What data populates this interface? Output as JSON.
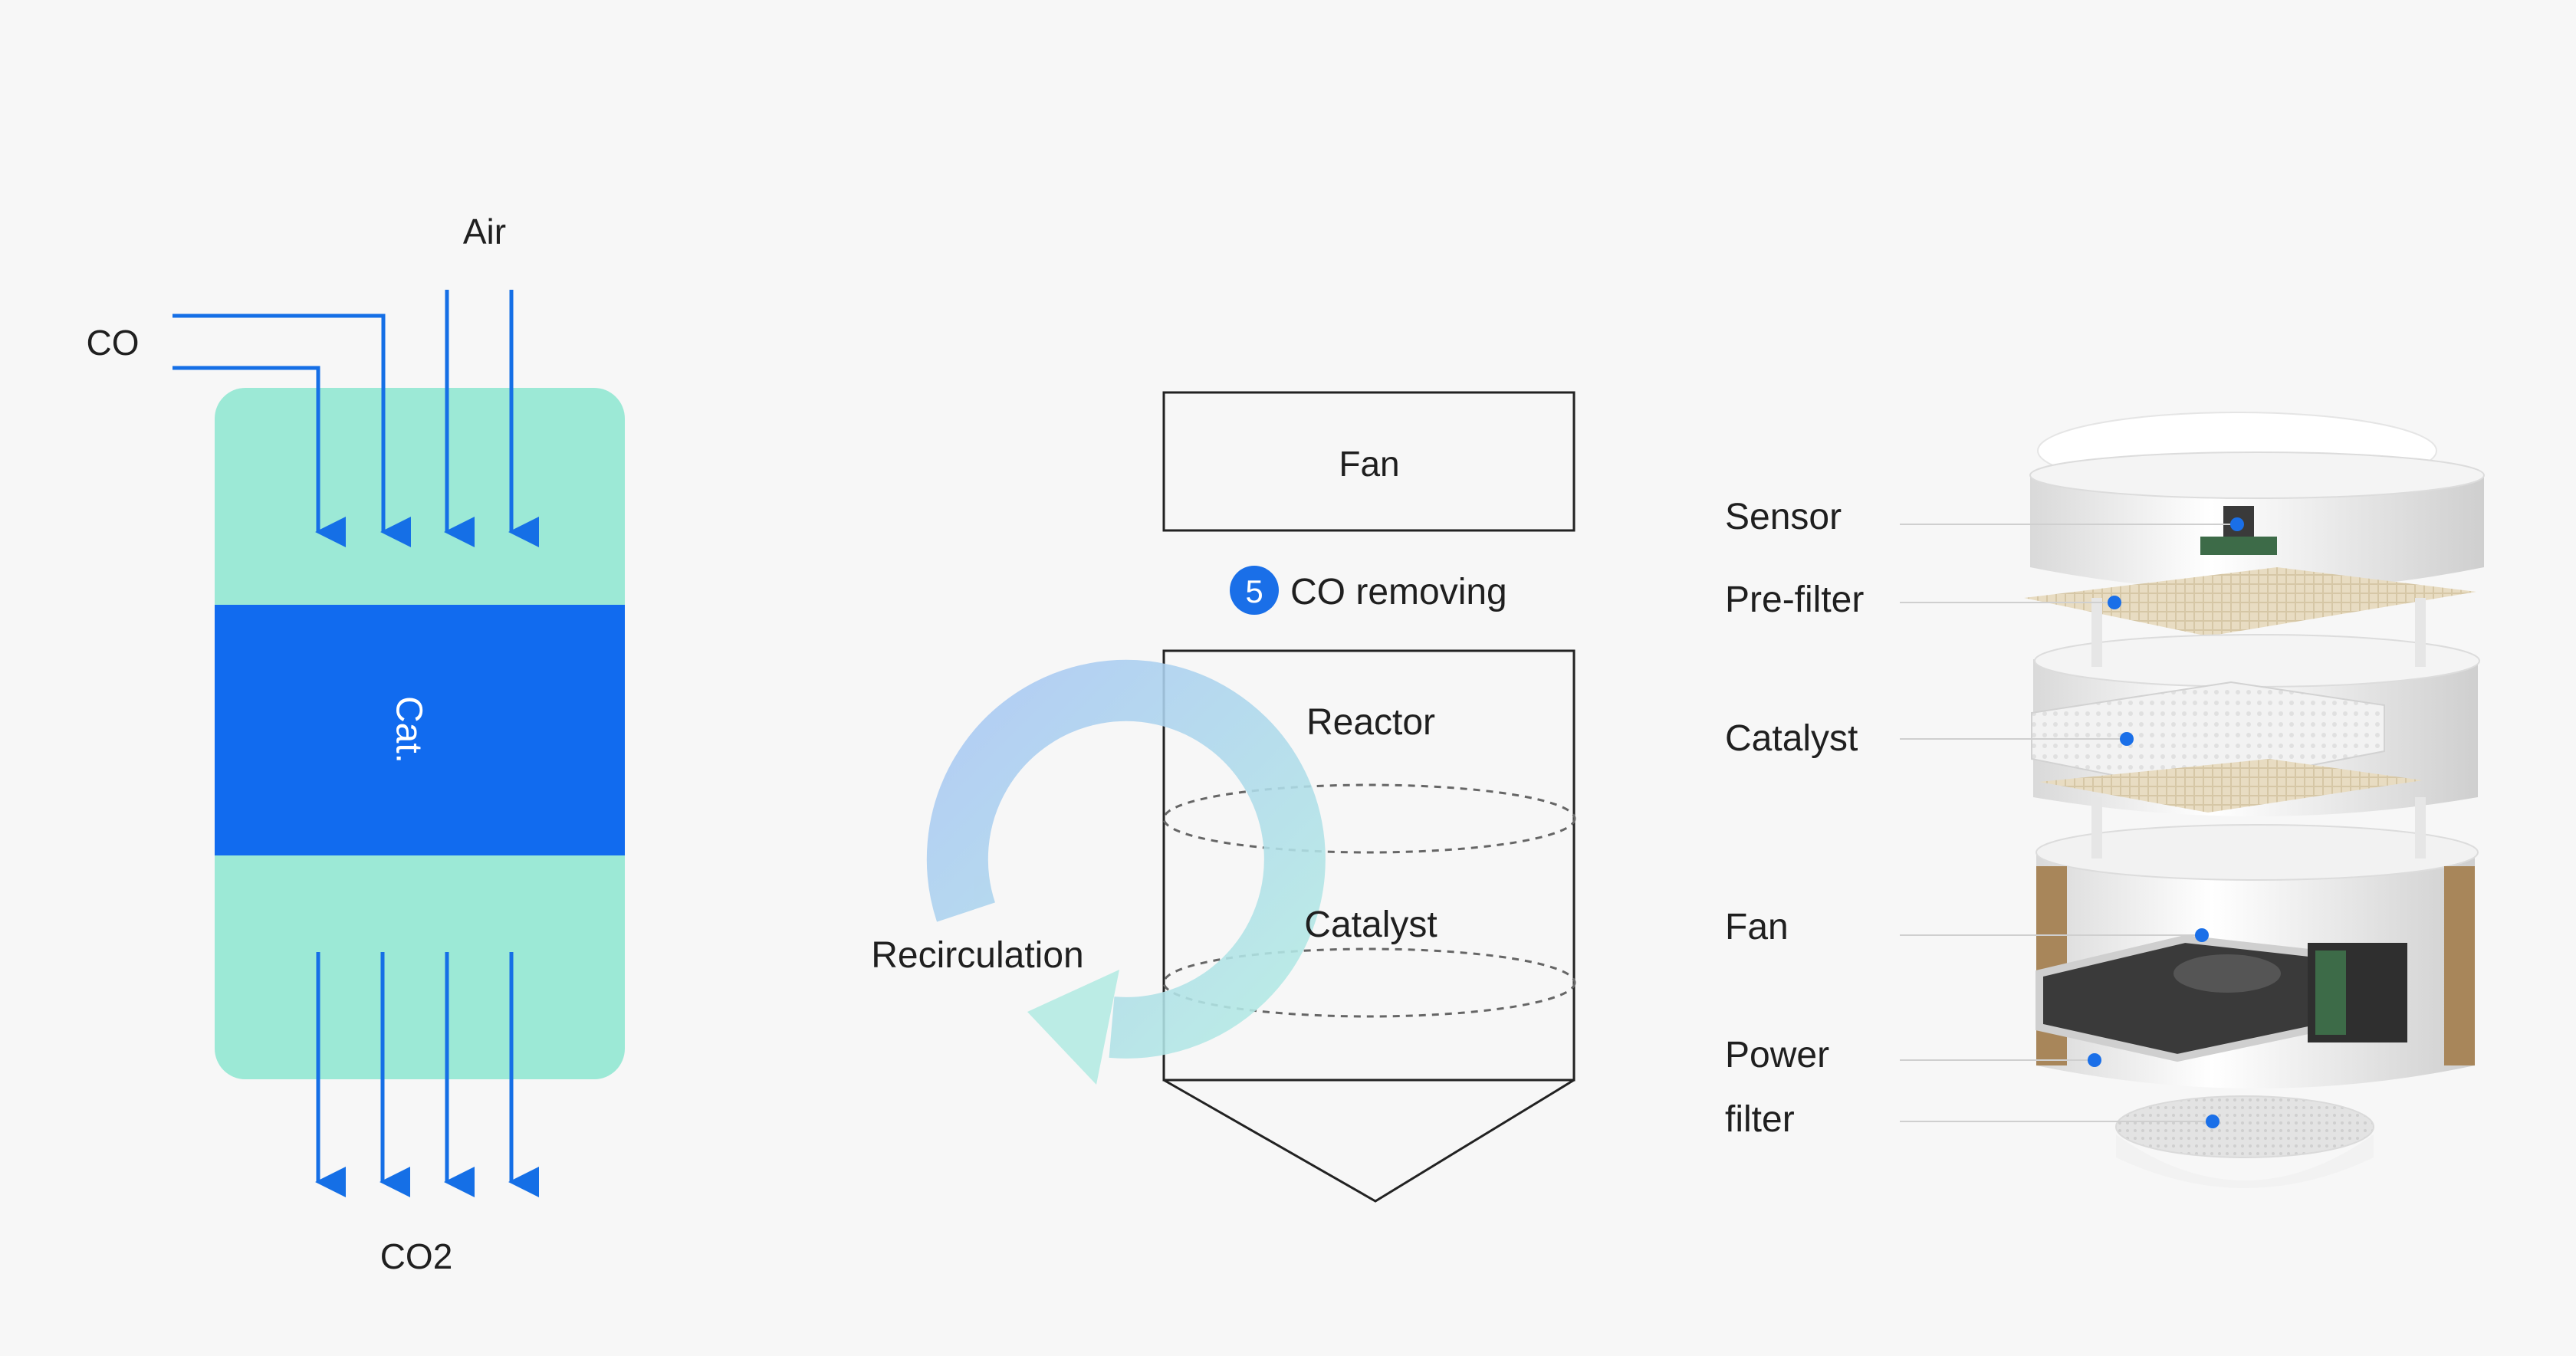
{
  "left_diagram": {
    "label_co": "CO",
    "label_air": "Air",
    "label_catalyst": "Cat.",
    "label_co2": "CO2",
    "colors": {
      "zone": "#9ce9d6",
      "catalyst_band": "#116bef",
      "arrow": "#156fe6"
    }
  },
  "middle_diagram": {
    "label_fan": "Fan",
    "step_number": "5",
    "step_label": "CO removing",
    "label_reactor": "Reactor",
    "label_catalyst": "Catalyst",
    "label_recirculation": "Recirculation",
    "colors": {
      "badge": "#1a6fe8",
      "loop_start": "#a9c7f4",
      "loop_end": "#b3ebe3"
    }
  },
  "right_diagram": {
    "labels": [
      "Sensor",
      "Pre-filter",
      "Catalyst",
      "Fan",
      "Power",
      "filter"
    ],
    "colors": {
      "dot": "#1a6fe8",
      "leader": "#cfcfcf"
    }
  }
}
